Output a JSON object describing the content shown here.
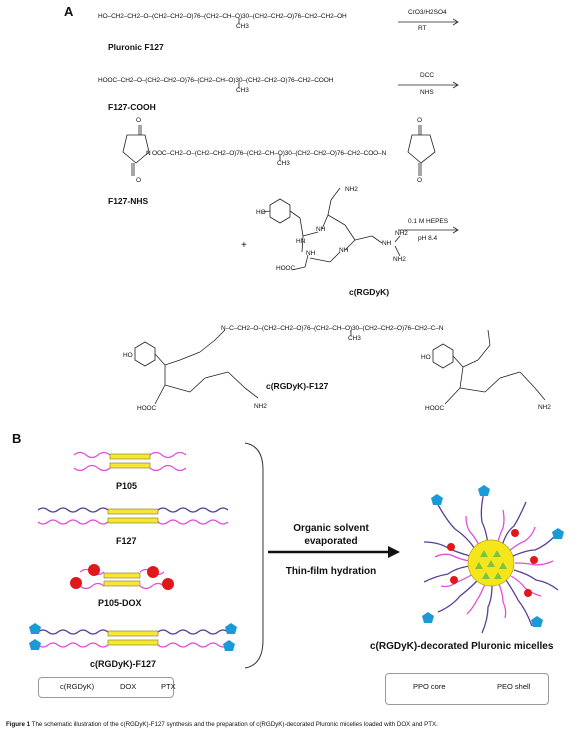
{
  "panel_a": {
    "letter": "A",
    "reactions": [
      {
        "formula": "HO–CH2–CH2–O–(CH2–CH2–O)76–(CH2–CH–O)30–(CH2–CH2–O)76–CH2–CH2–OH",
        "sub": "CH3",
        "label": "Pluronic F127",
        "reagent_top": "CrO3/H2SO4",
        "reagent_bottom": "RT"
      },
      {
        "formula": "HOOC–CH2–O–(CH2–CH2–O)76–(CH2–CH–O)30–(CH2–CH2–O)76–CH2–COOH",
        "sub": "CH3",
        "label": "F127-COOH",
        "reagent_top": "DCC",
        "reagent_bottom": "NHS"
      },
      {
        "formula": "OOC–CH2–O–(CH2–CH2–O)76–(CH2–CH–O)30–(CH2–CH2–O)76–CH2–COO–N",
        "sub": "CH3",
        "label": "F127-NHS",
        "reagent_top": "0.1 M HEPES",
        "reagent_bottom": "pH 8.4"
      }
    ],
    "plus": "+",
    "peptide_label": "c(RGDyK)",
    "product_formula": "N–C–CH2–O–(CH2–CH2–O)76–(CH2–CH–O)30–(CH2–CH2–O)76–CH2–C–N",
    "product_sub": "CH3",
    "product_label": "c(RGDyK)-F127",
    "atoms": {
      "ho": "HO",
      "hooc": "HOOC",
      "nh": "NH",
      "hn": "HN",
      "h": "H",
      "n": "N",
      "nh2": "NH2",
      "o": "O"
    }
  },
  "panel_b": {
    "letter": "B",
    "polymers": [
      "P105",
      "F127",
      "P105-DOX",
      "c(RGDyK)-F127"
    ],
    "step_top_line1": "Organic solvent",
    "step_top_line2": "evaporated",
    "step_bottom": "Thin-film hydration",
    "micelle_label": "c(RGDyK)-decorated Pluronic micelles",
    "legend_left": [
      {
        "icon": "pentagon-icon",
        "label": "c(RGDyK)",
        "color": "#1a9ad6"
      },
      {
        "icon": "circle-icon",
        "label": "DOX",
        "color": "#e01818"
      },
      {
        "icon": "triangle-icon",
        "label": "PTX",
        "color": "#7fc241"
      }
    ],
    "legend_right": [
      {
        "icon": "core-icon",
        "label": "PPO core",
        "color": "#f5e61c"
      },
      {
        "icon": "wave-icon",
        "label": "PEO shell",
        "color": "#5a3e97"
      }
    ]
  },
  "caption": {
    "bold": "Figure 1",
    "text": " The schematic illustration of the c(RGDyK)-F127 synthesis and the preparation of c(RGDyK)-decorated Pluronic micelles loaded with DOX and PTX."
  }
}
